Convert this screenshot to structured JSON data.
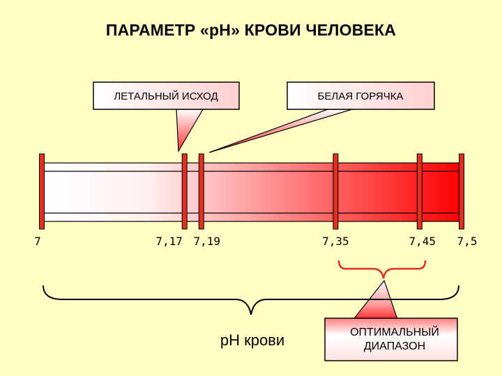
{
  "title": "ПАРАМЕТР «рН» КРОВИ ЧЕЛОВЕКА",
  "scale": {
    "min": 7,
    "max": 7.5,
    "ticks": [
      {
        "value": 7,
        "label": "7"
      },
      {
        "value": 7.17,
        "label": "7,17"
      },
      {
        "value": 7.19,
        "label": "7,19"
      },
      {
        "value": 7.35,
        "label": "7,35"
      },
      {
        "value": 7.45,
        "label": "7,45"
      },
      {
        "value": 7.5,
        "label": "7,5"
      }
    ]
  },
  "callouts": {
    "lethal": {
      "label": "ЛЕТАЛЬНЫЙ ИСХОД",
      "points_to": 7.17
    },
    "white_fever": {
      "label": "БЕЛАЯ ГОРЯЧКА",
      "points_to": 7.19
    },
    "optimal": {
      "line1": "ОПТИМАЛЬНЫЙ",
      "line2": "ДИАПАЗОН",
      "range": [
        7.35,
        7.45
      ]
    }
  },
  "range_label": "рН крови",
  "colors": {
    "background": "#ffffc6",
    "accent": "#e03020",
    "bar_end": "#ff0000"
  }
}
